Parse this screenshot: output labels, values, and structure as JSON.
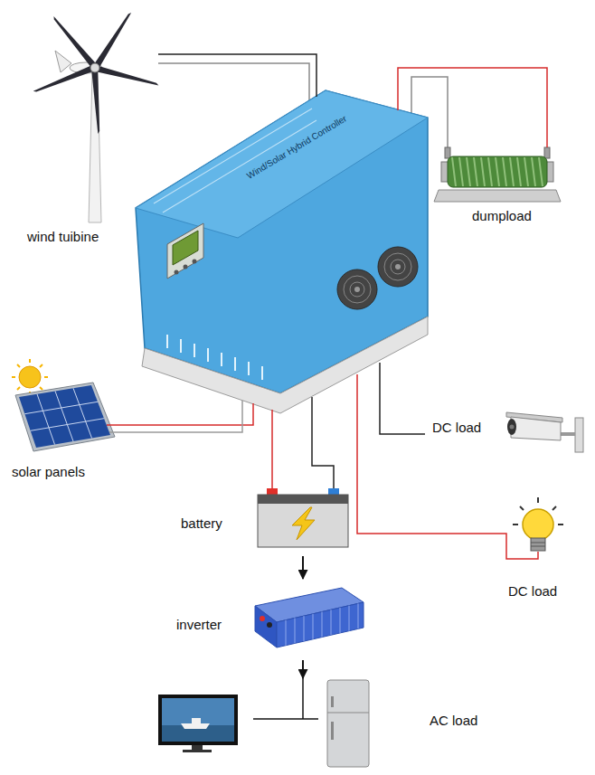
{
  "diagram": {
    "nodes": [
      {
        "text": [
          "wind tuibine"
        ]
      },
      {
        "text": [
          "Wind/Solar Hybrid Controller"
        ]
      },
      {
        "text": [
          "dumpload"
        ]
      },
      {
        "text": [
          "solar panels"
        ]
      },
      {
        "text": [
          "DC load"
        ]
      },
      {
        "text": [
          "DC load"
        ]
      },
      {
        "text": [
          "battery"
        ]
      },
      {
        "text": [
          "inverter"
        ]
      },
      {
        "text": [
          "AC load"
        ]
      }
    ],
    "edges": [
      {
        "from": 0,
        "to": 1,
        "arrow": "none"
      },
      {
        "from": 1,
        "to": 2,
        "arrow": "none"
      },
      {
        "from": 3,
        "to": 1,
        "arrow": "none"
      },
      {
        "from": 1,
        "to": 4,
        "arrow": "none"
      },
      {
        "from": 1,
        "to": 5,
        "arrow": "none"
      },
      {
        "from": 1,
        "to": 6,
        "arrow": "none"
      },
      {
        "from": 6,
        "to": 7,
        "arrow": "to"
      },
      {
        "from": 7,
        "to": 8,
        "arrow": "to"
      }
    ]
  }
}
